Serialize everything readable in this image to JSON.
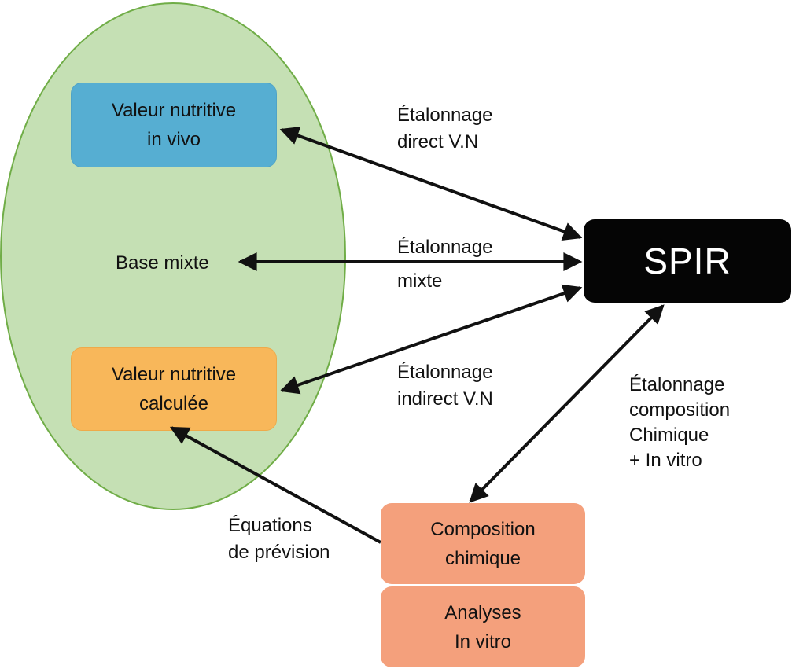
{
  "nodes": {
    "invivo": {
      "lines": [
        "Valeur nutritive",
        "in vivo"
      ]
    },
    "base_mixte": {
      "label": "Base mixte"
    },
    "calculee": {
      "lines": [
        "Valeur nutritive",
        "calculée"
      ]
    },
    "spir": {
      "label": "SPIR"
    },
    "composition": {
      "lines": [
        "Composition",
        "chimique"
      ]
    },
    "analyses": {
      "lines": [
        "Analyses",
        "In vitro"
      ]
    }
  },
  "edges": {
    "direct": {
      "lines": [
        "Étalonnage",
        "direct V.N"
      ]
    },
    "mixte": {
      "lines": [
        "Étalonnage",
        "mixte"
      ]
    },
    "indirect": {
      "lines": [
        "Étalonnage",
        "indirect V.N"
      ]
    },
    "chimique": {
      "lines": [
        "Étalonnage",
        "composition",
        "Chimique",
        "+ In vitro"
      ]
    },
    "equations": {
      "lines": [
        "Équations",
        "de prévision"
      ]
    }
  },
  "colors": {
    "ellipse_fill": "#c5e0b4",
    "ellipse_stroke": "#70ad47",
    "invivo": "#56aed2",
    "calculee": "#f8b75a",
    "spir": "#050505",
    "composition": "#f4a07c",
    "arrow": "#111111"
  }
}
